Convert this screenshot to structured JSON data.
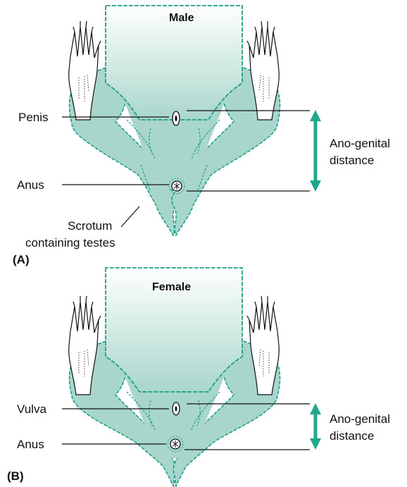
{
  "colors": {
    "body_fill": "#a9d6cc",
    "body_light": "#dcefe9",
    "outline": "#1c9f86",
    "arrow": "#1fa88e",
    "text": "#111111"
  },
  "panels": [
    {
      "letter": "(A)",
      "title": "Male",
      "labels": {
        "upper": "Penis",
        "lower": "Anus",
        "extra_line1": "Scrotum",
        "extra_line2": "containing testes",
        "distance_line1": "Ano-genital",
        "distance_line2": "distance"
      }
    },
    {
      "letter": "(B)",
      "title": "Female",
      "labels": {
        "upper": "Vulva",
        "lower": "Anus",
        "distance_line1": "Ano-genital",
        "distance_line2": "distance"
      }
    }
  ],
  "icons": {
    "hind_foot": "hind-foot-icon",
    "anus": "anus-icon",
    "genital_opening": "genital-opening-icon",
    "double_arrow": "double-arrow-icon"
  }
}
